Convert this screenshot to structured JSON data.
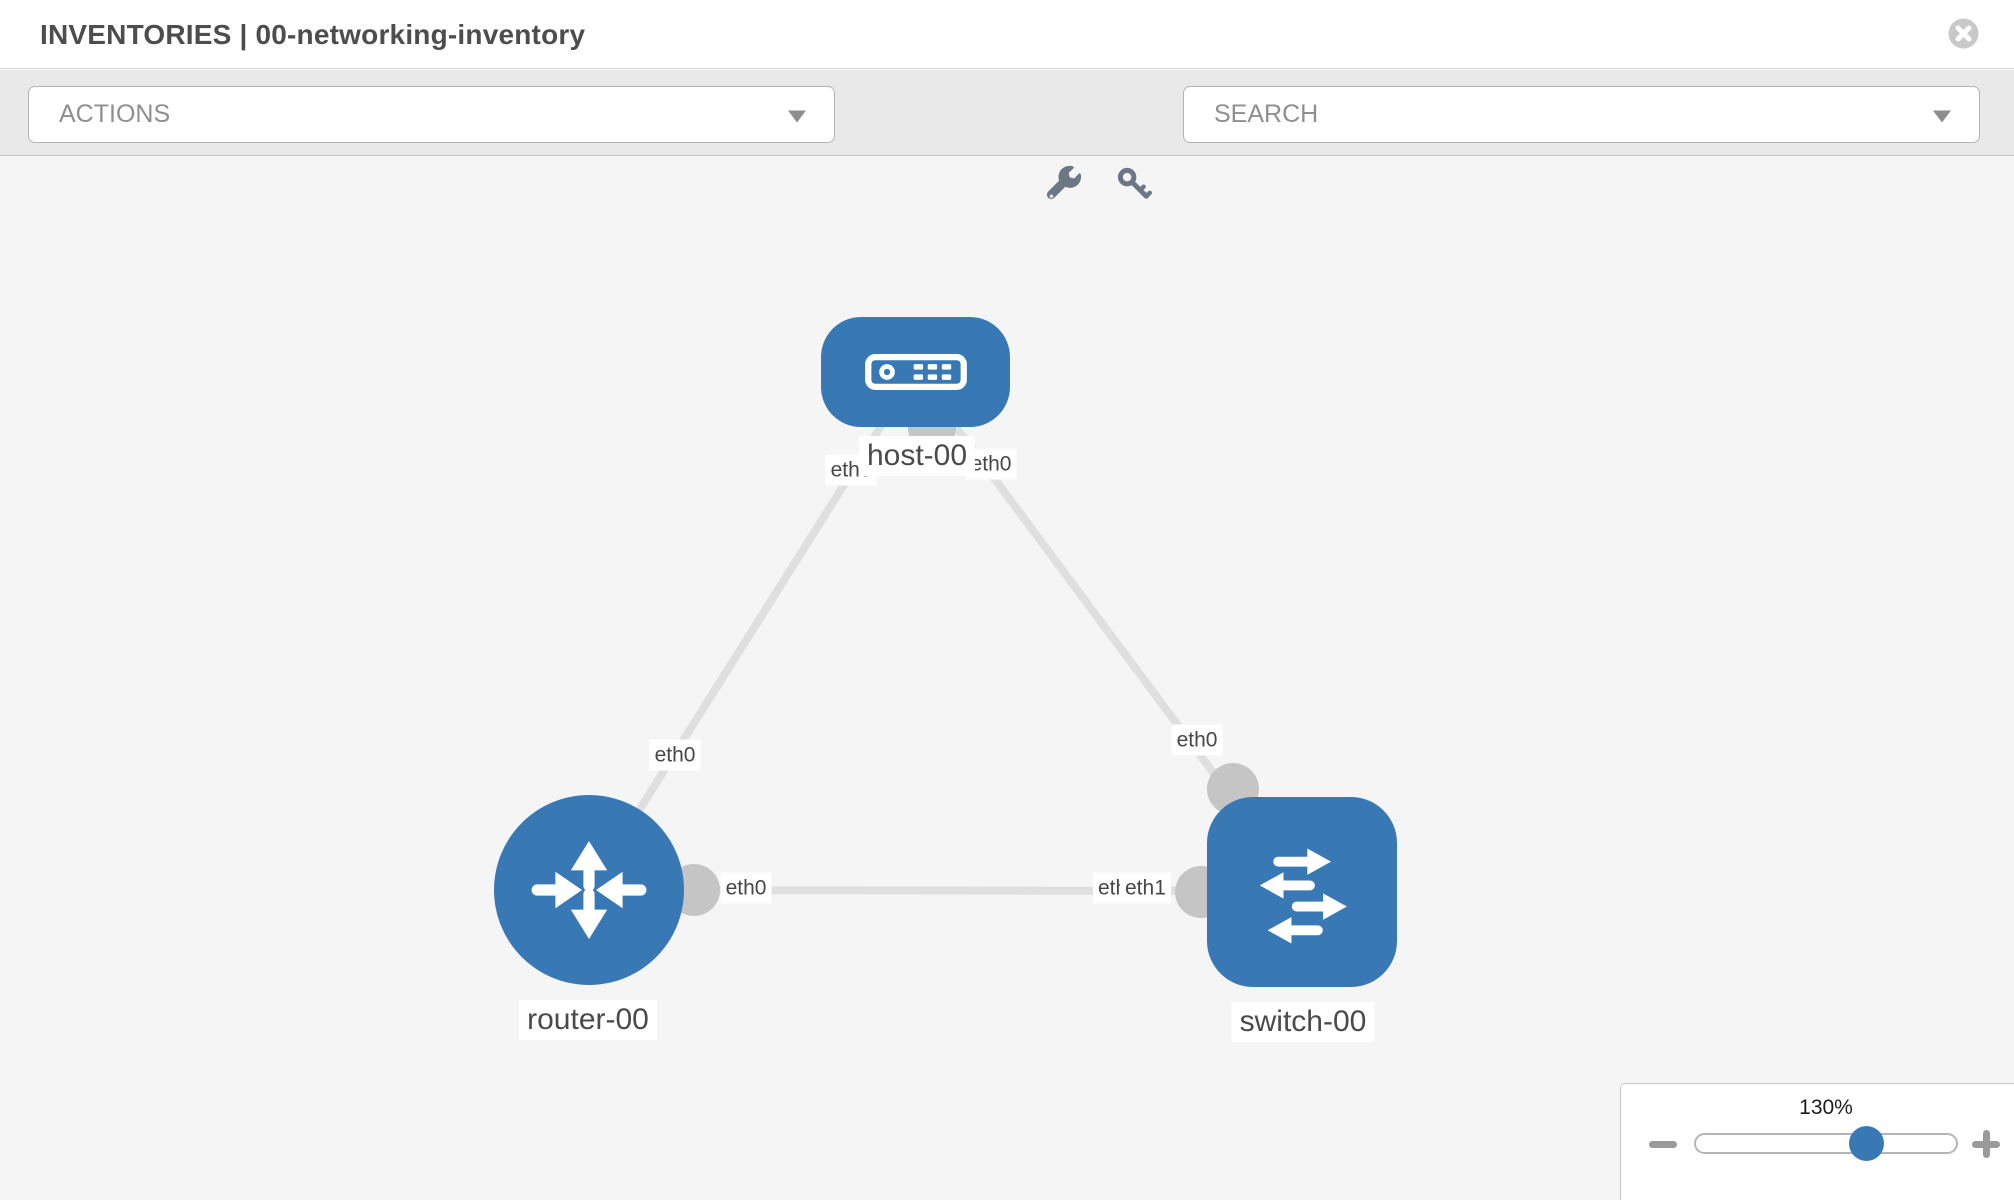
{
  "header": {
    "title": "INVENTORIES | 00-networking-inventory"
  },
  "toolbar": {
    "actions_dropdown": {
      "label": "ACTIONS"
    },
    "search_dropdown": {
      "label": "SEARCH"
    },
    "tool_icons": [
      "wrench-icon",
      "key-icon"
    ]
  },
  "diagram": {
    "nodes": [
      {
        "id": "host-00",
        "type": "host",
        "label": "host-00"
      },
      {
        "id": "router-00",
        "type": "router",
        "label": "router-00"
      },
      {
        "id": "switch-00",
        "type": "switch",
        "label": "switch-00"
      }
    ],
    "links": [
      {
        "from": "host-00",
        "from_interface": "eth0",
        "to": "router-00",
        "to_interface": "eth0"
      },
      {
        "from": "host-00",
        "from_interface": "eth0",
        "to": "switch-00",
        "to_interface": "eth0"
      },
      {
        "from": "router-00",
        "from_interface": "eth0",
        "to": "switch-00",
        "to_interface": "eth1"
      }
    ],
    "overlapped_port_label": "eth0"
  },
  "zoom_control": {
    "level": "130%"
  },
  "colors": {
    "node_blue": "#3878b5",
    "canvas_bg": "#f5f5f5",
    "toolbar_bg": "#e9e9e9",
    "link_gray": "#dfdfdf",
    "endpoint_gray": "#c5c5c5",
    "header_text": "#4d4d4d",
    "muted_text": "#8f8f8f"
  }
}
